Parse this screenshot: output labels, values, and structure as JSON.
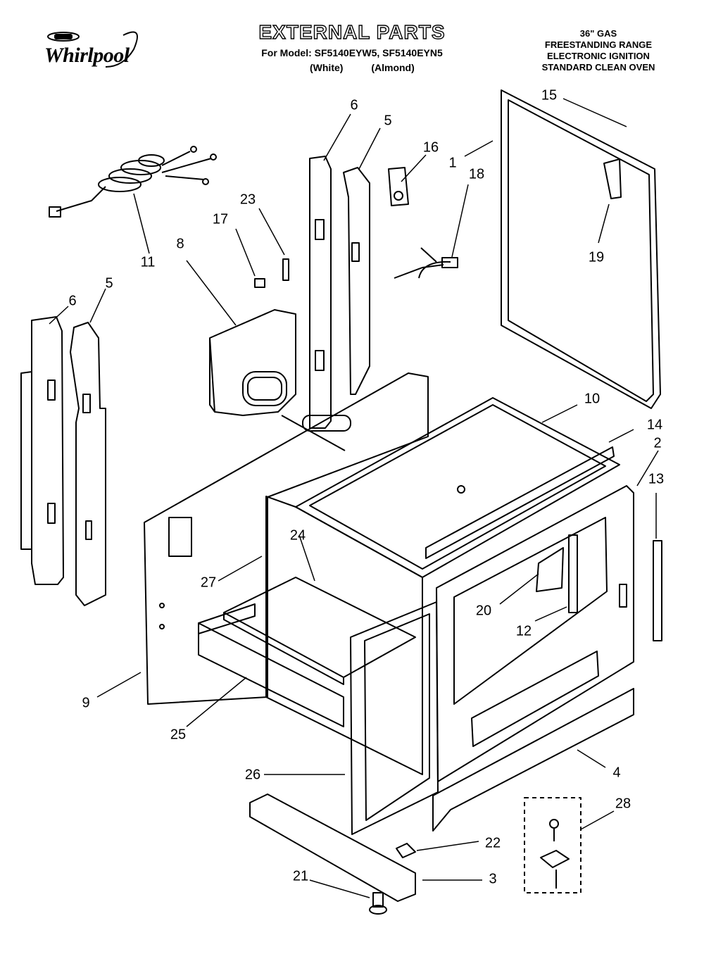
{
  "brand": {
    "name": "Whirlpool"
  },
  "header": {
    "title": "EXTERNAL PARTS",
    "model_prefix": "For Model:",
    "models": [
      "SF5140EYW5,",
      "SF5140EYN5"
    ],
    "variants": [
      "(White)",
      "(Almond)"
    ],
    "description": [
      "36\" GAS",
      "FREESTANDING RANGE",
      "ELECTRONIC IGNITION",
      "STANDARD CLEAN OVEN"
    ]
  },
  "callouts": {
    "c1": "1",
    "c2": "2",
    "c3": "3",
    "c4": "4",
    "c5a": "5",
    "c5b": "5",
    "c6a": "6",
    "c6b": "6",
    "c8": "8",
    "c9": "9",
    "c10": "10",
    "c11": "11",
    "c12": "12",
    "c13": "13",
    "c14": "14",
    "c15": "15",
    "c16": "16",
    "c17": "17",
    "c18": "18",
    "c19": "19",
    "c20": "20",
    "c21": "21",
    "c22": "22",
    "c23": "23",
    "c24": "24",
    "c25": "25",
    "c26": "26",
    "c27": "27",
    "c28": "28"
  }
}
